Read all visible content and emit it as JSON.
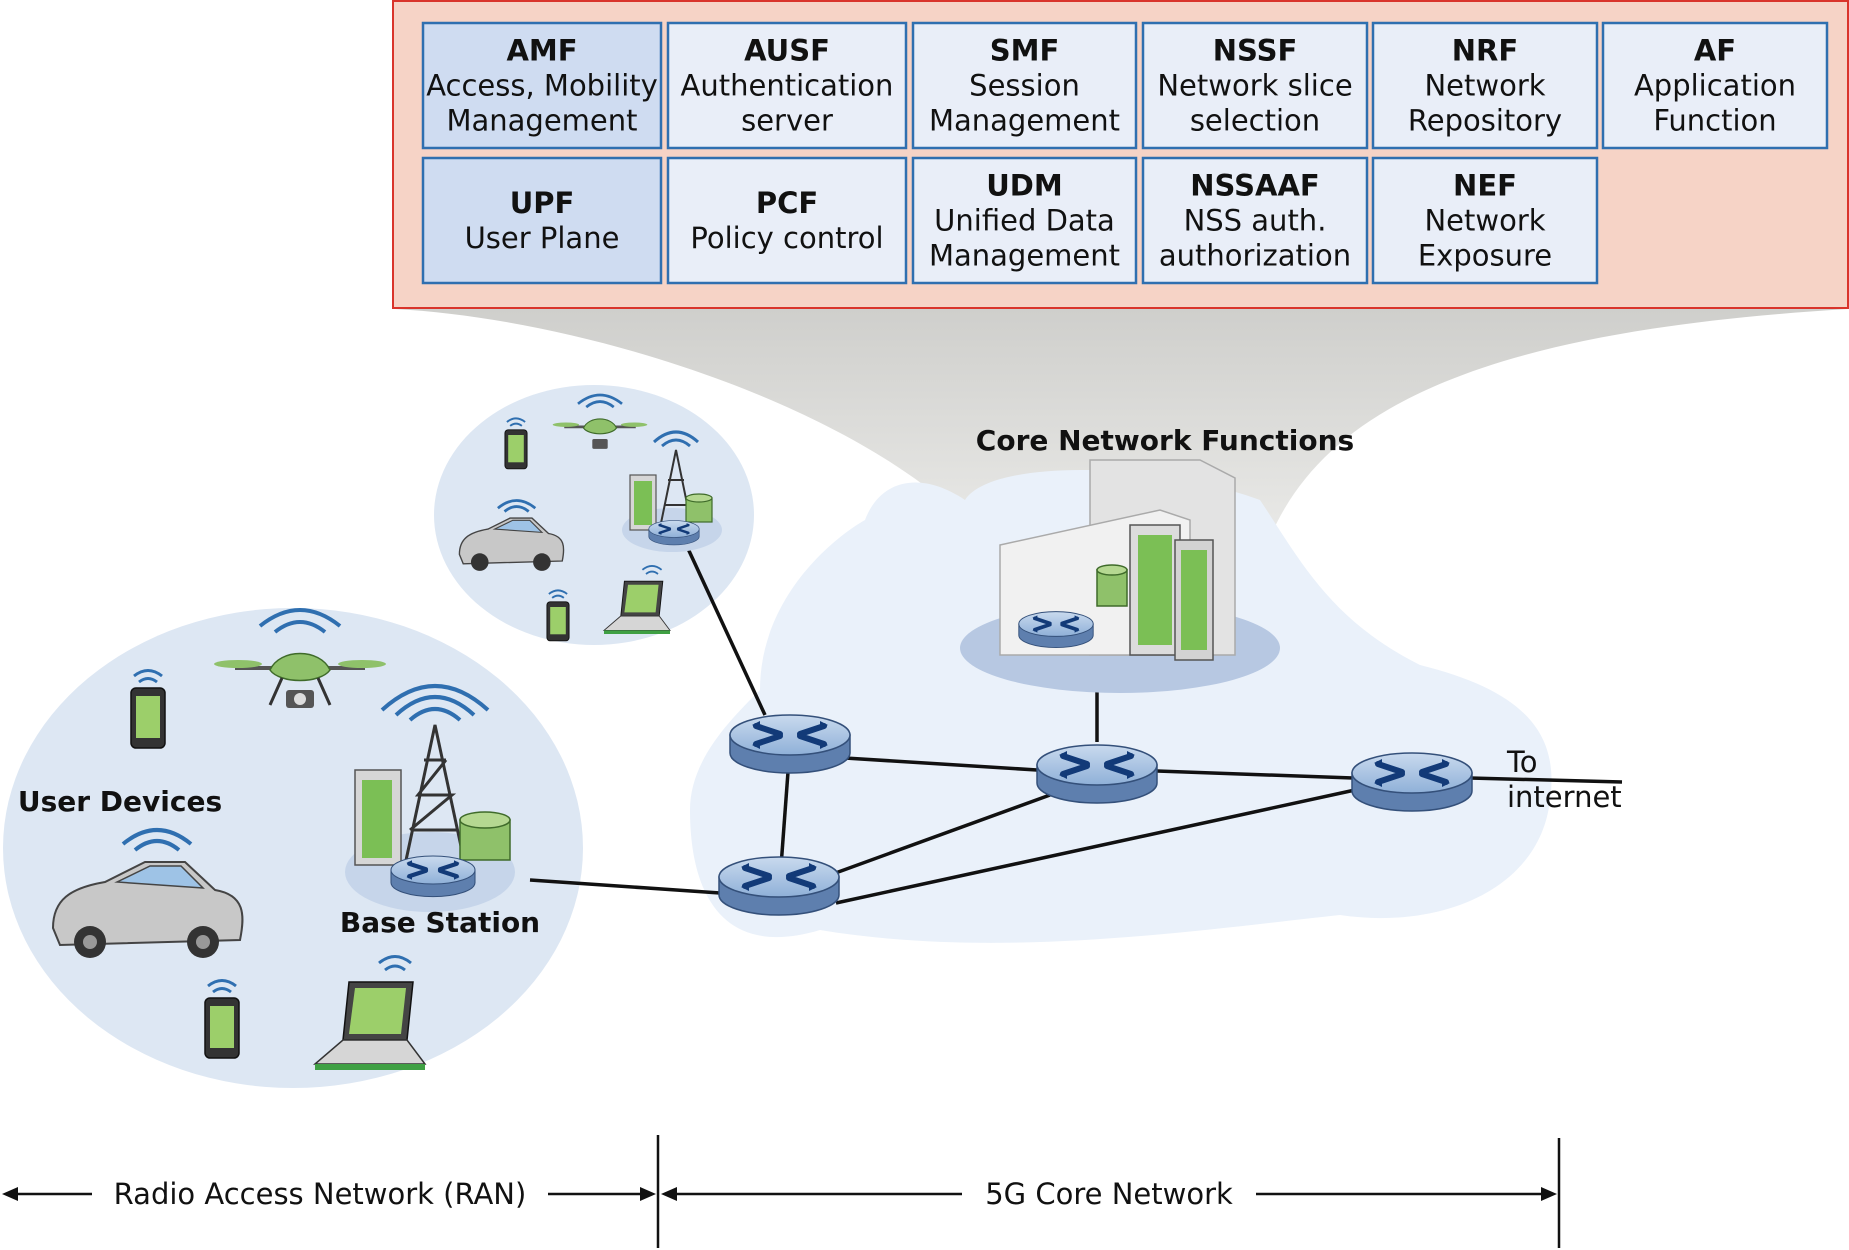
{
  "network_functions": [
    {
      "abbr": "AMF",
      "lines": [
        "Access, Mobility",
        "Management"
      ],
      "highlight": true
    },
    {
      "abbr": "AUSF",
      "lines": [
        "Authentication",
        "server"
      ],
      "highlight": false
    },
    {
      "abbr": "SMF",
      "lines": [
        "Session",
        "Management"
      ],
      "highlight": false
    },
    {
      "abbr": "NSSF",
      "lines": [
        "Network slice",
        "selection"
      ],
      "highlight": false
    },
    {
      "abbr": "NRF",
      "lines": [
        "Network",
        "Repository"
      ],
      "highlight": false
    },
    {
      "abbr": "AF",
      "lines": [
        "Application",
        "Function"
      ],
      "highlight": false
    },
    {
      "abbr": "UPF",
      "lines": [
        "User Plane"
      ],
      "highlight": true
    },
    {
      "abbr": "PCF",
      "lines": [
        "Policy control"
      ],
      "highlight": false
    },
    {
      "abbr": "UDM",
      "lines": [
        "Unified Data",
        "Management"
      ],
      "highlight": false
    },
    {
      "abbr": "NSSAAF",
      "lines": [
        "NSS auth.",
        "authorization"
      ],
      "highlight": false
    },
    {
      "abbr": "NEF",
      "lines": [
        "Network",
        "Exposure"
      ],
      "highlight": false
    }
  ],
  "labels": {
    "core_functions": "Core Network Functions",
    "user_devices": "User Devices",
    "base_station": "Base Station",
    "to_internet_line1": "To",
    "to_internet_line2": "internet",
    "ran": "Radio Access Network (RAN)",
    "core_network": "5G Core Network"
  },
  "colors": {
    "panel_fill": "#f6d3c6",
    "panel_border": "#d9342b",
    "box_border": "#2f6fb0",
    "box_fill": "#e9eef8",
    "box_fill_highlight": "#cfdcf1",
    "cloud": "#eaf1fa",
    "router_blue": "#9db8da",
    "device_green": "#8fc16a"
  }
}
